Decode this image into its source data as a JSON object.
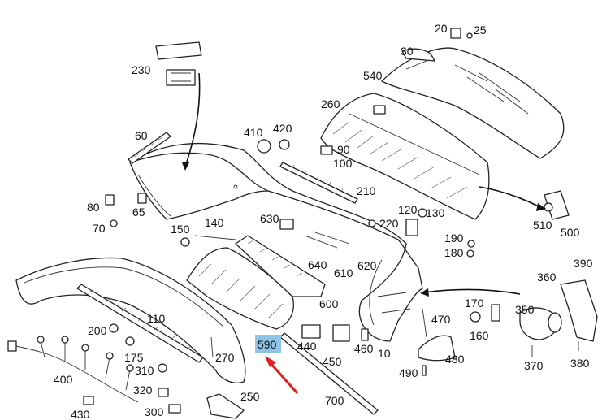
{
  "diagram": {
    "highlight_color": "#8ec5e6",
    "arrow_color": "#e02020",
    "highlighted_part": "590",
    "part_numbers": [
      "20",
      "25",
      "30",
      "540",
      "230",
      "260",
      "60",
      "410",
      "420",
      "90",
      "100",
      "210",
      "80",
      "65",
      "70",
      "150",
      "140",
      "630",
      "120",
      "130",
      "220",
      "190",
      "180",
      "640",
      "610",
      "620",
      "600",
      "360",
      "390",
      "350",
      "170",
      "470",
      "160",
      "110",
      "200",
      "175",
      "590",
      "440",
      "450",
      "460",
      "10",
      "480",
      "490",
      "400",
      "270",
      "310",
      "320",
      "250",
      "300",
      "430",
      "700",
      "370",
      "380",
      "510",
      "500"
    ]
  }
}
